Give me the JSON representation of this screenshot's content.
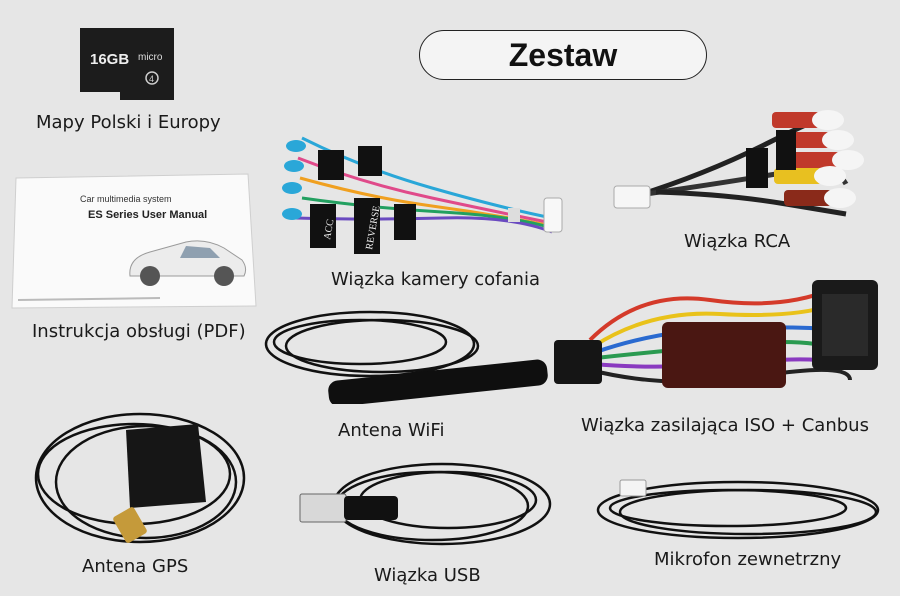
{
  "title": "Zestaw",
  "sd_card": {
    "capacity": "16GB",
    "brand": "micro",
    "class": "4"
  },
  "manual": {
    "line1": "Car multimedia system",
    "line2": "ES Series User Manual"
  },
  "connector_tags": {
    "acc": "ACC",
    "reverse": "REVERSE"
  },
  "items": {
    "maps": "Mapy Polski i Europy",
    "manual": "Instrukcja obsługi (PDF)",
    "camera_harness": "Wiązka kamery cofania",
    "rca_harness": "Wiązka RCA",
    "wifi": "Antena WiFi",
    "power_harness": "Wiązka zasilająca ISO + Canbus",
    "gps": "Antena GPS",
    "usb": "Wiązka USB",
    "mic": "Mikrofon zewnetrzny"
  }
}
